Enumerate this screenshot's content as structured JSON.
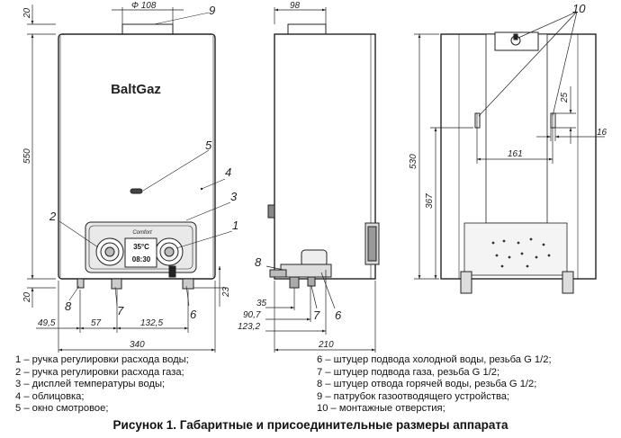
{
  "diagram": {
    "brand": "BaltGaz",
    "panel_brand": "Comfort",
    "display": {
      "temperature": "35°C",
      "time": "08:30"
    },
    "dimensions": {
      "flue_diameter": "Ф 108",
      "top_offset": "20",
      "height": "550",
      "bottom_offset": "20",
      "fitting_height": "23",
      "left_fitting": "49,5",
      "fitting_spacing_1": "57",
      "fitting_spacing_2": "132,5",
      "width": "340",
      "depth_top": "98",
      "depth_fitting_1": "35",
      "depth_fitting_2": "90,7",
      "depth_fitting_3": "123,2",
      "depth": "210",
      "back_height": "530",
      "mount_spacing": "161",
      "mount_hole_height": "25",
      "mount_hole_width": "16",
      "mount_lower_height": "367"
    },
    "callouts": {
      "c1": "1",
      "c2": "2",
      "c3": "3",
      "c4": "4",
      "c5": "5",
      "c6": "6",
      "c7": "7",
      "c8": "8",
      "c9": "9",
      "c10": "10"
    }
  },
  "legend": {
    "left": [
      "1 – ручка регулировки расхода воды;",
      "2 – ручка регулировки расхода газа;",
      "3 – дисплей температуры воды;",
      "4 – облицовка;",
      "5 – окно смотровое;"
    ],
    "right": [
      "6 – штуцер подвода холодной воды, резьба G 1/2;",
      "7 – штуцер подвода газа, резьба G 1/2;",
      "8 – штуцер отвода горячей воды, резьба G 1/2;",
      "9 – патрубок газоотводящего устройства;",
      "10 – монтажные отверстия;"
    ]
  },
  "caption": "Рисунок 1. Габаритные и присоединительные размеры аппарата"
}
